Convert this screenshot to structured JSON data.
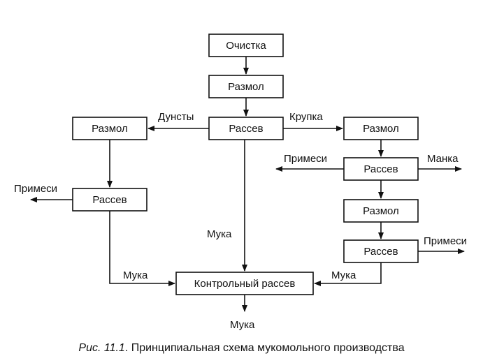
{
  "boxes": {
    "cleaning": "Очистка",
    "milling_1": "Размол",
    "sifting_main": "Рассев",
    "milling_left": "Размол",
    "sifting_left": "Рассев",
    "milling_right": "Размол",
    "sifting_right_1": "Рассев",
    "milling_right_2": "Размол",
    "sifting_right_2": "Рассев",
    "control_sifting": "Контрольный рассев"
  },
  "labels": {
    "dunsty": "Дунсты",
    "krupka": "Крупка",
    "primesi_left": "Примеси",
    "primesi_right_1": "Примеси",
    "manka": "Манка",
    "primesi_right_2": "Примеси",
    "muka_center": "Мука",
    "muka_left": "Мука",
    "muka_right": "Мука",
    "muka_bottom": "Мука"
  },
  "caption": {
    "number": "Рис. 11.1",
    "text": ". Принципиальная схема мукомольного производства"
  }
}
